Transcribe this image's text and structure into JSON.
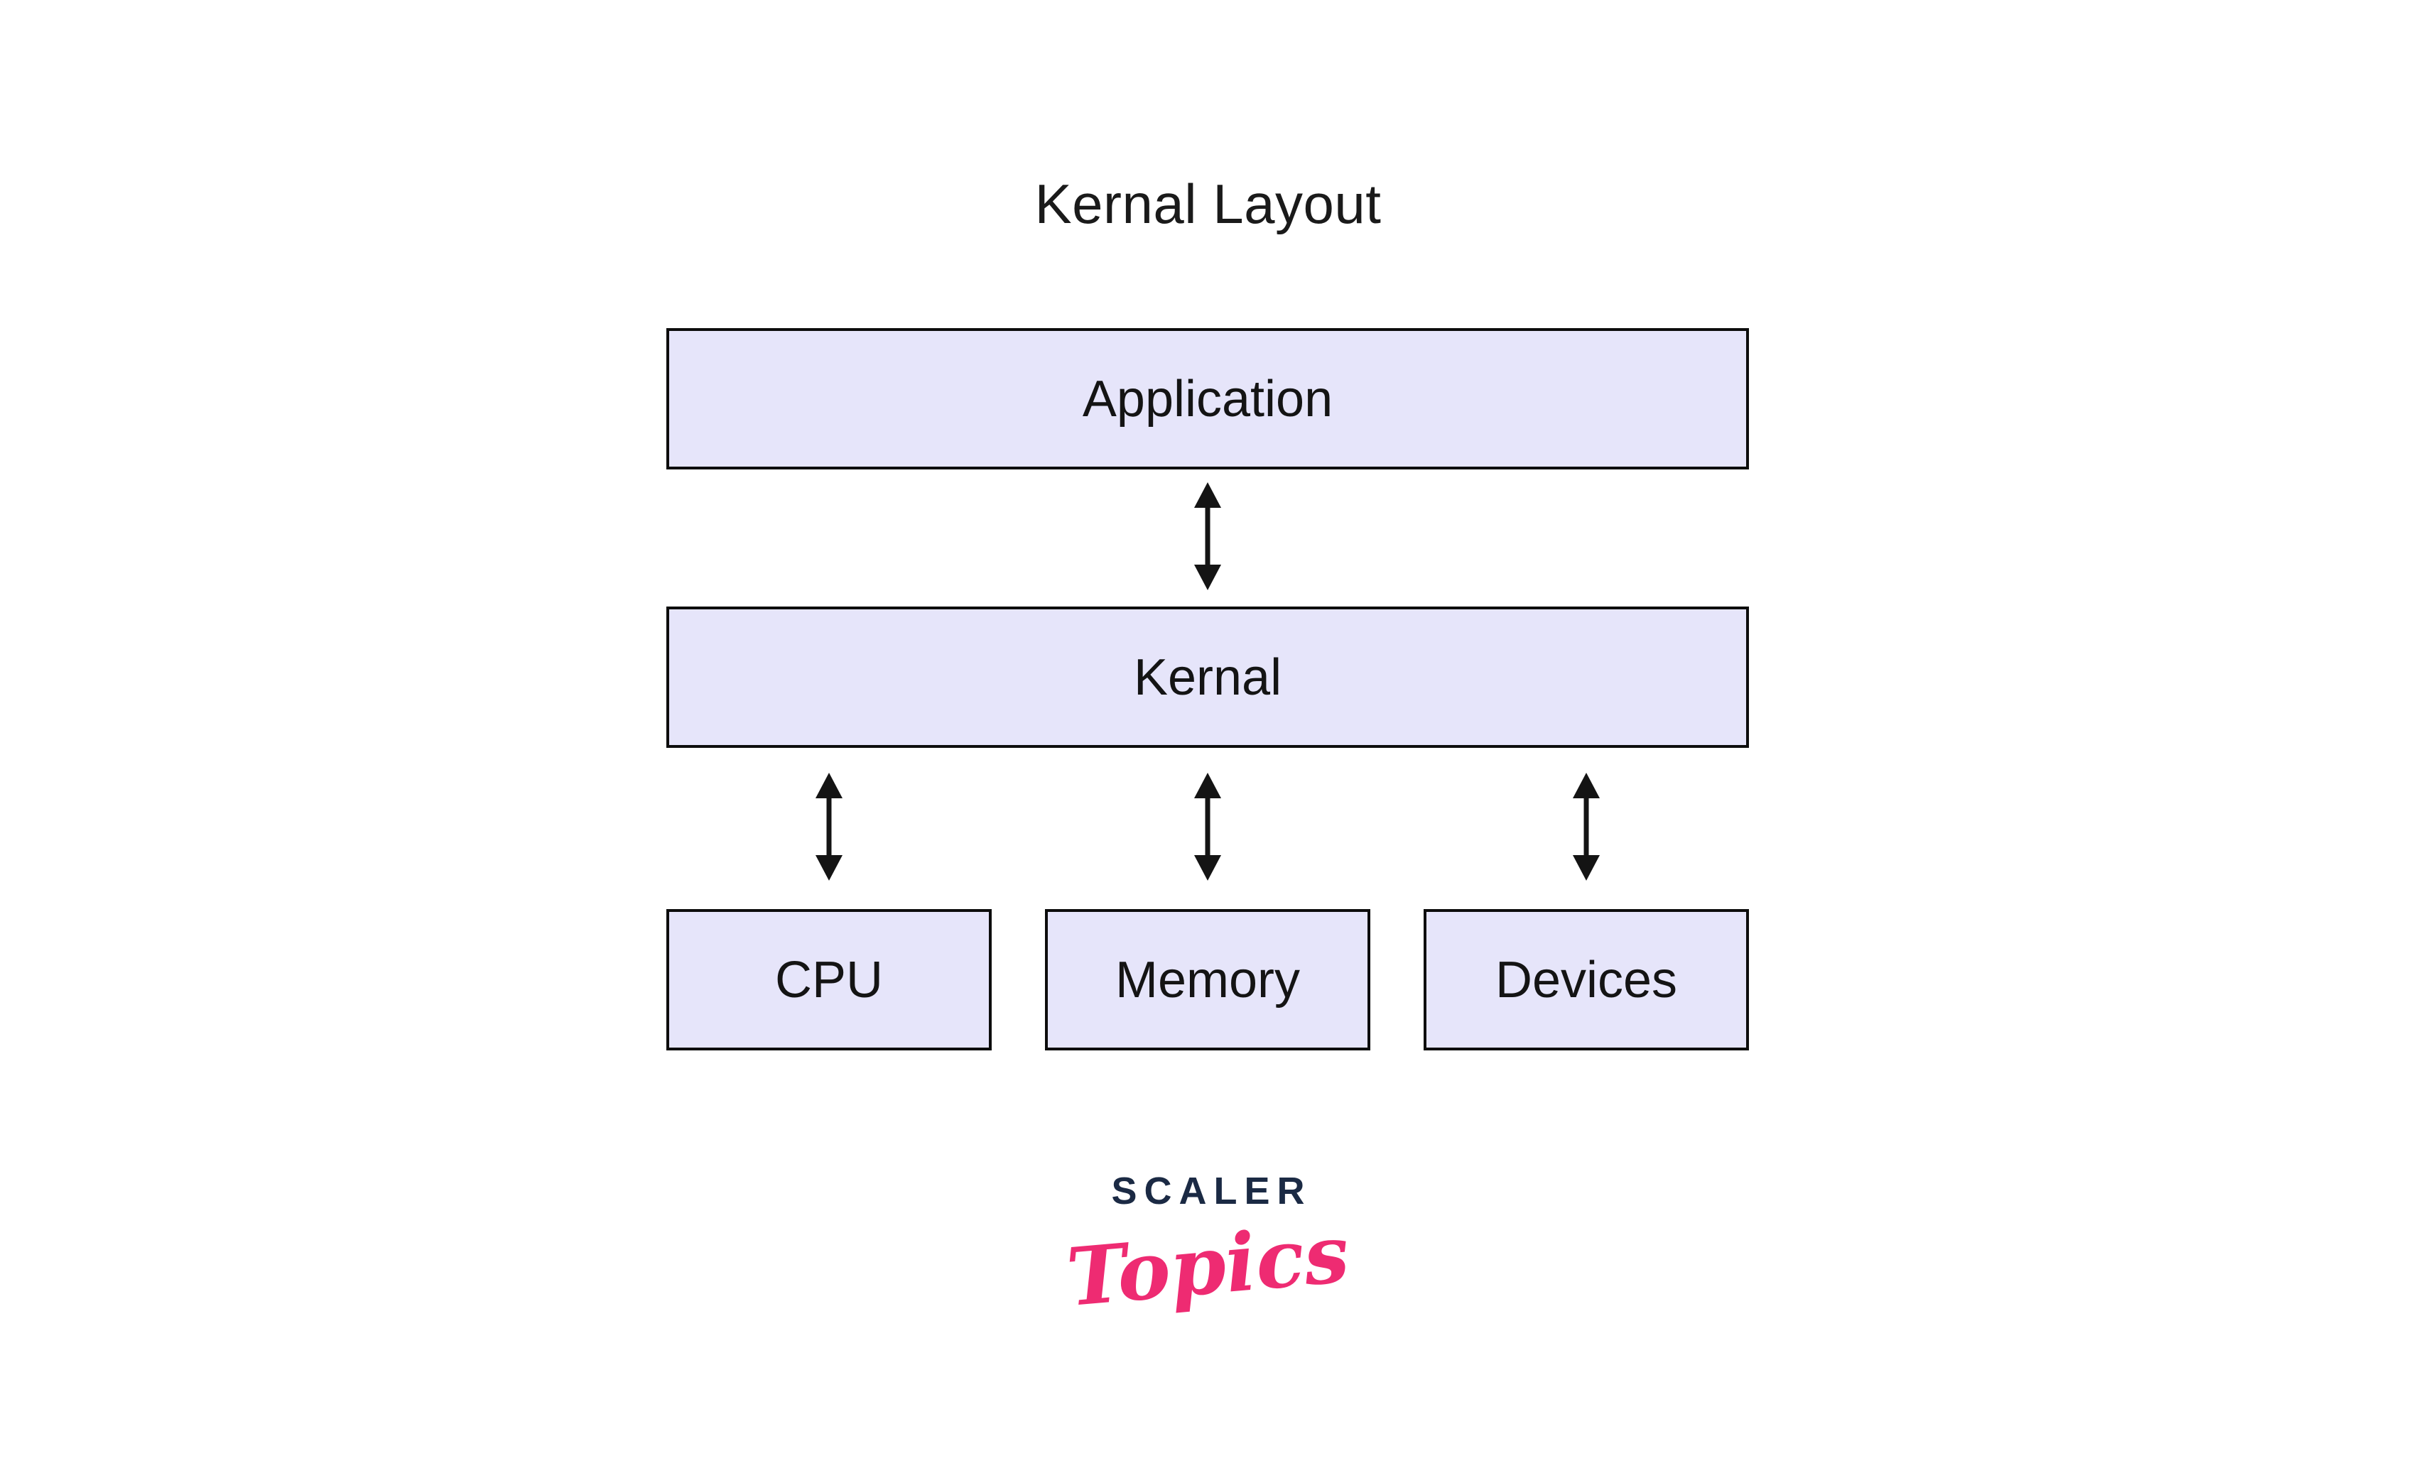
{
  "page": {
    "title": "Kernal Layout",
    "background": "#ffffff"
  },
  "diagram": {
    "top_box": {
      "label": "Application"
    },
    "middle_box": {
      "label": "Kernal"
    },
    "bottom_boxes": [
      {
        "label": "CPU"
      },
      {
        "label": "Memory"
      },
      {
        "label": "Devices"
      }
    ],
    "connections": [
      {
        "from": "Application",
        "to": "Kernal",
        "type": "bidirectional-arrow"
      },
      {
        "from": "Kernal",
        "to": "CPU",
        "type": "bidirectional-arrow"
      },
      {
        "from": "Kernal",
        "to": "Memory",
        "type": "bidirectional-arrow"
      },
      {
        "from": "Kernal",
        "to": "Devices",
        "type": "bidirectional-arrow"
      }
    ],
    "colors": {
      "box_fill": "#e6e5fa",
      "box_border": "#0d0d0d",
      "arrow": "#141414",
      "text": "#1a1a1a"
    }
  },
  "logo": {
    "brand": "SCALER",
    "product": "Topics",
    "brand_color": "#1b2a44",
    "product_color": "#ee2b72"
  }
}
